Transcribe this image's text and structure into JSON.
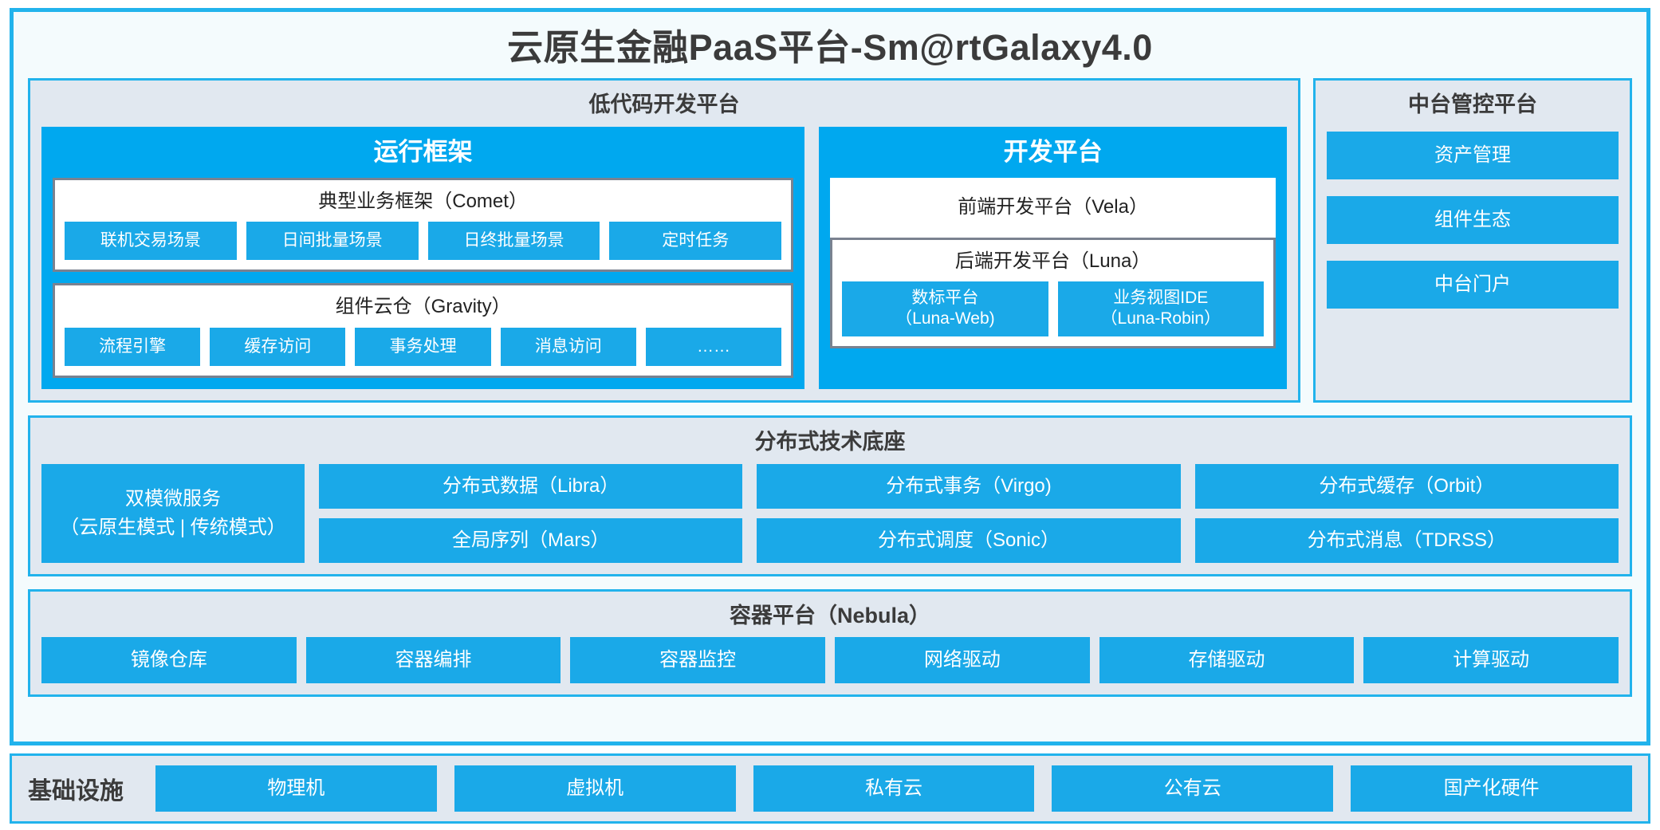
{
  "title": "云原生金融PaaS平台-Sm@rtGalaxy4.0",
  "colors": {
    "accent_border": "#22b3ec",
    "panel_bg": "#e1e8f0",
    "chip_blue": "#1aa9e8",
    "header_blue": "#00a8ef",
    "page_bg": "#f4fbfd",
    "group_border": "#7a8290",
    "text_dark": "#3b3b3b"
  },
  "lowcode": {
    "title": "低代码开发平台",
    "runtime": {
      "title": "运行框架",
      "comet": {
        "title": "典型业务框架（Comet）",
        "items": [
          {
            "label": "联机交易场景"
          },
          {
            "label": "日间批量场景"
          },
          {
            "label": "日终批量场景"
          },
          {
            "label": "定时任务"
          }
        ]
      },
      "gravity": {
        "title": "组件云仓（Gravity）",
        "items": [
          {
            "label": "流程引擎"
          },
          {
            "label": "缓存访问"
          },
          {
            "label": "事务处理"
          },
          {
            "label": "消息访问"
          },
          {
            "label": "……"
          }
        ]
      }
    },
    "devplatform": {
      "title": "开发平台",
      "frontend": {
        "label": "前端开发平台（Vela）"
      },
      "backend": {
        "title": "后端开发平台（Luna）",
        "items": [
          {
            "label": "数标平台",
            "sub": "（Luna-Web)"
          },
          {
            "label": "业务视图IDE",
            "sub": "（Luna-Robin）"
          }
        ]
      }
    }
  },
  "control_platform": {
    "title": "中台管控平台",
    "items": [
      {
        "label": "资产管理"
      },
      {
        "label": "组件生态"
      },
      {
        "label": "中台门户"
      }
    ]
  },
  "distributed": {
    "title": "分布式技术底座",
    "wide": {
      "line1": "双模微服务",
      "line2": "（云原生模式 | 传统模式）"
    },
    "columns": [
      {
        "items": [
          {
            "label": "分布式数据（Libra）"
          },
          {
            "label": "全局序列（Mars）"
          }
        ]
      },
      {
        "items": [
          {
            "label": "分布式事务（Virgo)"
          },
          {
            "label": "分布式调度（Sonic）"
          }
        ]
      },
      {
        "items": [
          {
            "label": "分布式缓存（Orbit）"
          },
          {
            "label": "分布式消息（TDRSS）"
          }
        ]
      }
    ]
  },
  "container": {
    "title": "容器平台（Nebula）",
    "items": [
      {
        "label": "镜像仓库"
      },
      {
        "label": "容器编排"
      },
      {
        "label": "容器监控"
      },
      {
        "label": "网络驱动"
      },
      {
        "label": "存储驱动"
      },
      {
        "label": "计算驱动"
      }
    ]
  },
  "infrastructure": {
    "label": "基础设施",
    "items": [
      {
        "label": "物理机"
      },
      {
        "label": "虚拟机"
      },
      {
        "label": "私有云"
      },
      {
        "label": "公有云"
      },
      {
        "label": "国产化硬件"
      }
    ]
  }
}
